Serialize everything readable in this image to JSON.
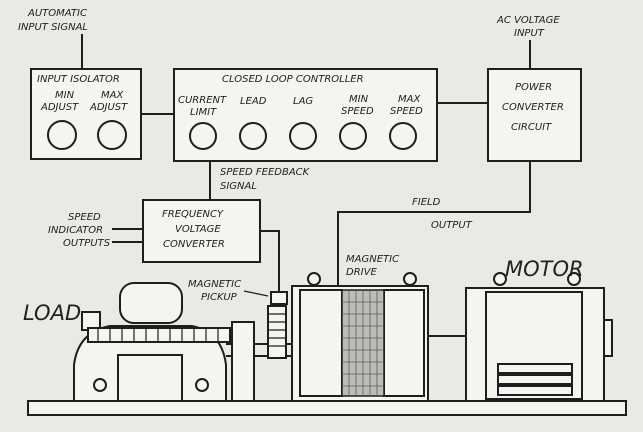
{
  "labels": {
    "automatic_input_line1": "AUTOMATIC",
    "automatic_input_line2": "INPUT SIGNAL",
    "ac_voltage_line1": "AC VOLTAGE",
    "ac_voltage_line2": "INPUT",
    "input_isolator_title": "INPUT ISOLATOR",
    "min_adjust_line1": "MIN",
    "min_adjust_line2": "ADJUST",
    "max_adjust_line1": "MAX",
    "max_adjust_line2": "ADJUST",
    "closed_loop_title": "CLOSED LOOP CONTROLLER",
    "current_limit_line1": "CURRENT",
    "current_limit_line2": "LIMIT",
    "lead": "LEAD",
    "lag": "LAG",
    "min_speed_line1": "MIN",
    "min_speed_line2": "SPEED",
    "max_speed_line1": "MAX",
    "max_speed_line2": "SPEED",
    "power_converter_line1": "POWER",
    "power_converter_line2": "CONVERTER",
    "power_converter_line3": "CIRCUIT",
    "speed_feedback_line1": "SPEED FEEDBACK",
    "speed_feedback_line2": "SIGNAL",
    "field_output_line1": "FIELD",
    "field_output_line2": "OUTPUT",
    "speed_indicator_line1": "SPEED",
    "speed_indicator_line2": "INDICATOR",
    "speed_indicator_line3": "OUTPUTS",
    "freq_conv_line1": "FREQUENCY",
    "freq_conv_line2": "VOLTAGE",
    "freq_conv_line3": "CONVERTER",
    "magnetic_drive_line1": "MAGNETIC",
    "magnetic_drive_line2": "DRIVE",
    "motor": "MOTOR",
    "magnetic_pickup_line1": "MAGNETIC",
    "magnetic_pickup_line2": "PICKUP",
    "load": "LOAD"
  }
}
